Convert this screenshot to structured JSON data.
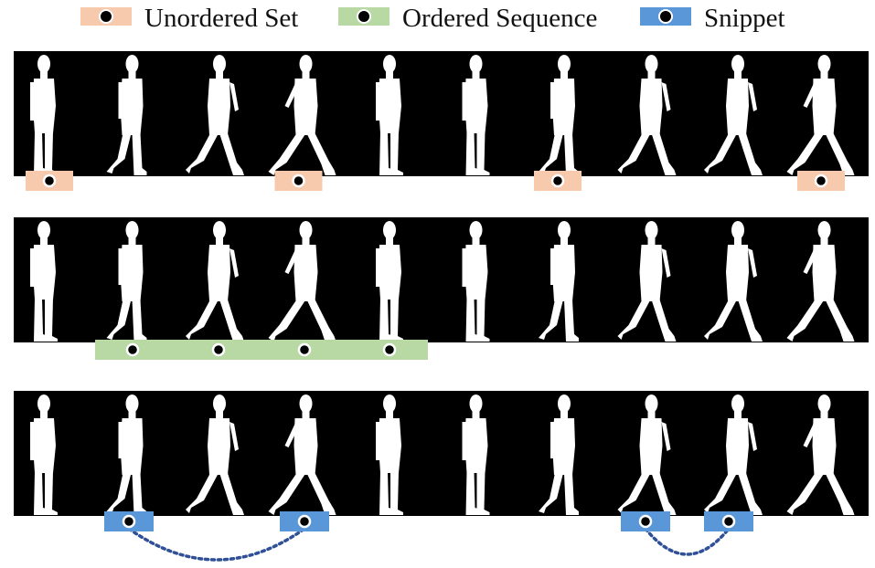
{
  "legend": [
    {
      "label": "Unordered Set",
      "color": "#f7c9ad"
    },
    {
      "label": "Ordered Sequence",
      "color": "#b8d9a4"
    },
    {
      "label": "Snippet",
      "color": "#5a97d8"
    }
  ],
  "figure": {
    "background": "#000000",
    "silhouette_color": "#ffffff",
    "frames_per_row": 10,
    "rows": [
      {
        "name": "unordered-set",
        "marker_style": "separate",
        "marker_frames": [
          0,
          3,
          6,
          9
        ],
        "marker_color": "#f7c9ad"
      },
      {
        "name": "ordered-sequence",
        "marker_style": "bar",
        "marker_frames": [
          1,
          2,
          3,
          4
        ],
        "marker_color": "#b8d9a4"
      },
      {
        "name": "snippet",
        "marker_style": "linked-pairs",
        "marker_frames": [
          [
            1,
            3
          ],
          [
            7,
            8
          ]
        ],
        "marker_color": "#5a97d8",
        "link_color": "#2f4f96"
      }
    ]
  }
}
